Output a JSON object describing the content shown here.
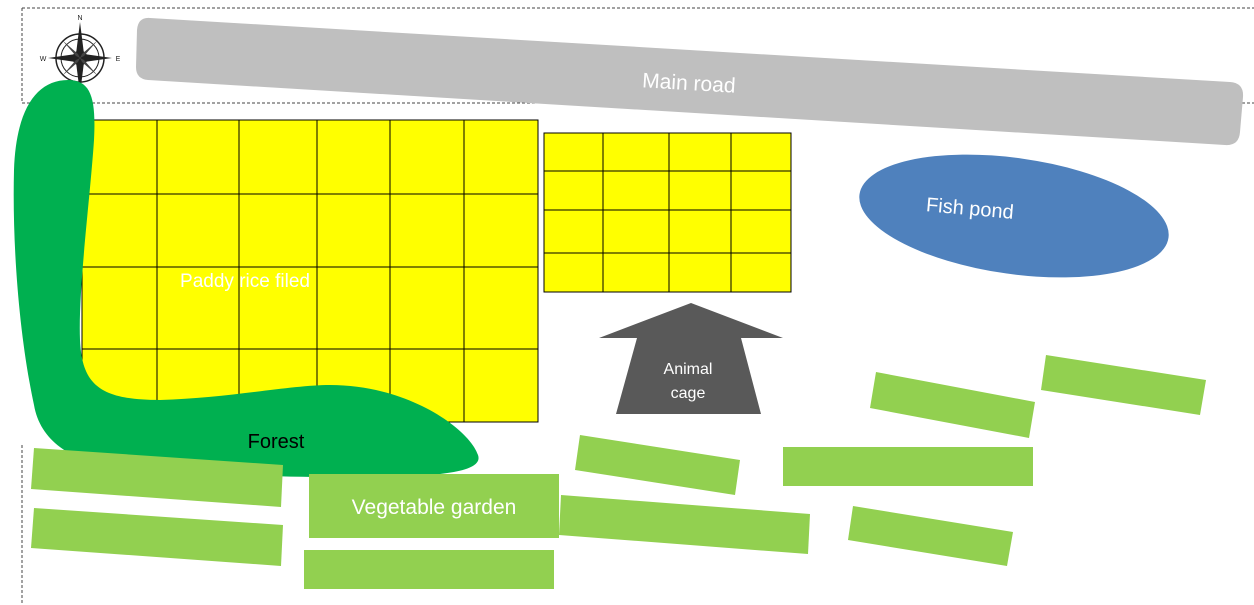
{
  "compass": {
    "north": "N",
    "south": "",
    "east": "E",
    "west": "W"
  },
  "main_road": {
    "label": "Main road"
  },
  "paddy_field": {
    "label": "Paddy rice filed"
  },
  "fish_pond": {
    "label": "Fish pond"
  },
  "animal_cage": {
    "label_line1": "Animal",
    "label_line2": "cage"
  },
  "forest": {
    "label": "Forest"
  },
  "vegetable_garden": {
    "label": "Vegetable garden"
  },
  "colors": {
    "road": "#bfbfbf",
    "paddy": "#ffff00",
    "forest": "#00b050",
    "pond": "#4f81bd",
    "cage": "#595959",
    "garden": "#92d050"
  }
}
